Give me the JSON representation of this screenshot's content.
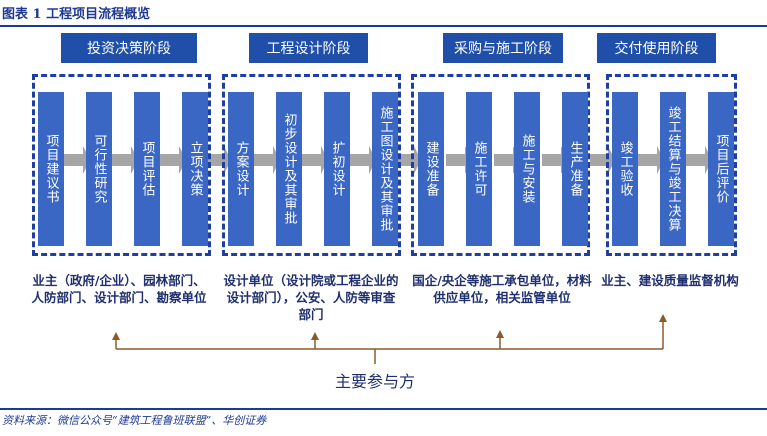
{
  "figure_title": "图表 1  工程项目流程概览",
  "source": "资料来源：微信公众号“建筑工程鲁班联盟”、华创证券",
  "stages": [
    {
      "name": "投资决策阶段",
      "steps": [
        "项目建议书",
        "可行性研究",
        "项目评估",
        "立项决策"
      ]
    },
    {
      "name": "工程设计阶段",
      "steps": [
        "方案设计",
        "初步设计及其审批",
        "扩初设计",
        "施工图设计及其审批"
      ]
    },
    {
      "name": "采购与施工阶段",
      "steps": [
        "建设准备",
        "施工许可",
        "施工与安装",
        "生产准备"
      ]
    },
    {
      "name": "交付使用阶段",
      "steps": [
        "竣工验收",
        "竣工结算与竣工决算",
        "项目后评价"
      ]
    }
  ],
  "participants": [
    "业主（政府/企业）、园林部门、人防部门、设计部门、勘察单位",
    "设计单位（设计院或工程企业的设计部门），公安、人防等审查部门",
    "国企/央企等施工承包单位，材料供应单位，相关监管单位",
    "业主、建设质量监督机构"
  ],
  "main_participants_label": "主要参与方",
  "colors": {
    "header": "#1f4fa8",
    "step": "#3a66c4",
    "arrow": "#a6a6a6",
    "bracket": "#8a5a2b",
    "dash": "#1f3fa0"
  }
}
